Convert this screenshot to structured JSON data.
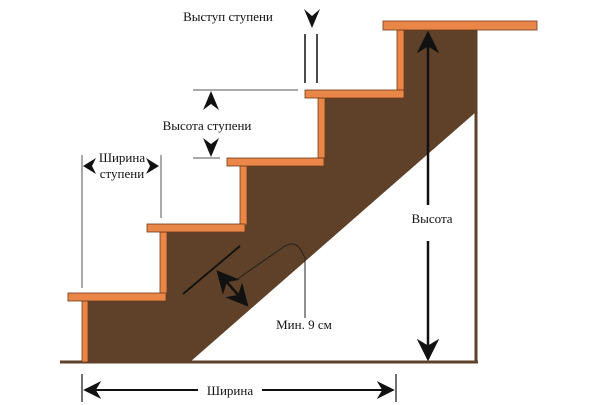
{
  "labels": {
    "overhang": "Выступ ступени",
    "step_height": "Высота ступени",
    "step_width_line1": "Ширина",
    "step_width_line2": "ступени",
    "height": "Высота",
    "width": "Ширина",
    "min_thickness": "Мин. 9 см"
  },
  "colors": {
    "stringer": "#5e4128",
    "tread": "#ea8647",
    "tread_outline": "#6b3a1a",
    "line": "#111111"
  }
}
